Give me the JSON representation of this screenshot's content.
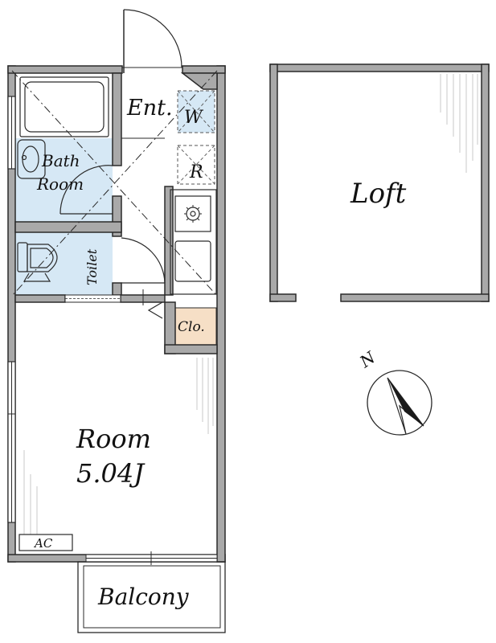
{
  "rooms": {
    "entrance": "Ent.",
    "washer": "W",
    "refrigerator": "R",
    "bath_line1": "Bath",
    "bath_line2": "Room",
    "toilet": "Toilet",
    "closet": "Clo.",
    "main_line1": "Room",
    "main_line2": "5.04J",
    "air_conditioner": "AC",
    "balcony": "Balcony",
    "loft": "Loft"
  },
  "compass": {
    "north_label": "N"
  },
  "colors": {
    "wet_area": "#d6e8f5",
    "closet": "#f6dfc6",
    "wall": "#a9a9a9",
    "line": "#2a2a2a"
  }
}
